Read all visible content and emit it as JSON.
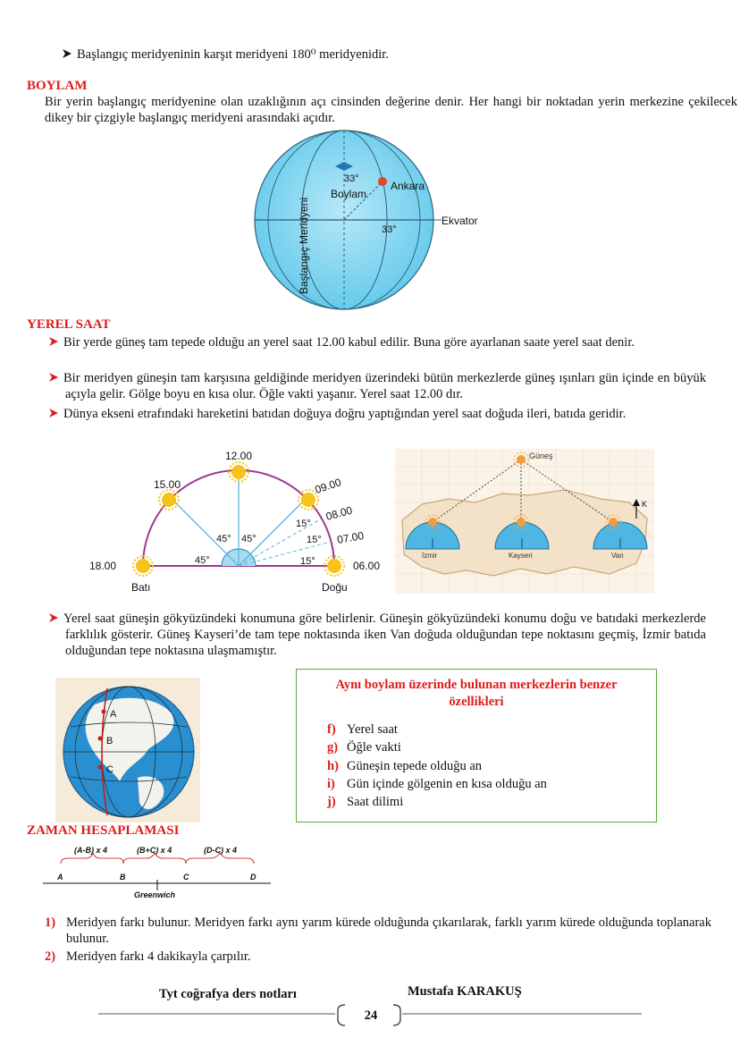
{
  "intro_bullet": "Başlangıç meridyeninin karşıt meridyeni 180⁰ meridyenidir.",
  "boylam": {
    "heading": "BOYLAM",
    "text": "Bir yerin başlangıç meridyenine olan uzaklığının açı cinsinden değerine denir. Her hangi bir noktadan yerin merkezine çekilecek dikey bir çizgiyle başlangıç meridyeni arasındaki açıdır.",
    "diagram": {
      "angle_top": "33°",
      "boylam_label": "Boylam",
      "ankara_label": "Ankara",
      "angle_eq": "33°",
      "ekvator_label": "Ekvator",
      "meridian_label": "Başlangıç Meridyeni",
      "sphere_color": "#5ec8ea",
      "point_color": "#e2452a"
    }
  },
  "yerel_saat": {
    "heading": "YEREL SAAT",
    "bullets": [
      "Bir yerde güneş tam tepede olduğu an yerel saat 12.00 kabul edilir. Buna göre ayarlanan saate yerel saat denir.",
      "Bir meridyen güneşin tam karşısına geldiğinde meridyen üzerindeki bütün merkezlerde güneş ışınları gün içinde en büyük açıyla gelir. Gölge boyu en kısa olur. Öğle vakti yaşanır. Yerel saat 12.00 dır.",
      "Dünya ekseni etrafındaki hareketini batıdan doğuya doğru yaptığından yerel saat doğuda ileri, batıda geridir."
    ],
    "sun_diagram": {
      "t1200": "12.00",
      "t1500": "15.00",
      "t1800": "18.00",
      "t0900": "09.00",
      "t0800": "08.00",
      "t0700": "07.00",
      "t0600": "06.00",
      "a45_1": "45°",
      "a45_2": "45°",
      "a45_3": "45°",
      "a15_1": "15°",
      "a15_2": "15°",
      "a15_3": "15°",
      "bati": "Batı",
      "dogu": "Doğu"
    },
    "map": {
      "gunes": "Güneş",
      "izmir": "İzmir",
      "kayseri": "Kayseri",
      "van": "Van",
      "north": "K"
    },
    "bullet4": "Yerel saat güneşin gökyüzündeki konumuna göre belirlenir. Güneşin gökyüzündeki konumu doğu ve batıdaki merkezlerde farklılık gösterir. Güneş Kayseri’de tam tepe noktasında iken Van doğuda olduğundan tepe noktasını geçmiş, İzmir batıda olduğundan tepe noktasına ulaşmamıştır."
  },
  "globe_points": {
    "a": "A",
    "b": "B",
    "c": "C"
  },
  "box": {
    "title": "Aynı boylam üzerinde bulunan merkezlerin benzer özellikleri",
    "items": [
      {
        "letter": "f)",
        "text": "Yerel saat"
      },
      {
        "letter": "g)",
        "text": "Öğle vakti"
      },
      {
        "letter": "h)",
        "text": "Güneşin tepede olduğu an"
      },
      {
        "letter": "i)",
        "text": "Gün içinde gölgenin en kısa olduğu an"
      },
      {
        "letter": "j)",
        "text": "Saat dilimi"
      }
    ]
  },
  "zaman": {
    "heading": "ZAMAN HESAPLAMASI",
    "formula1": "(A-B) x 4",
    "formula2": "(B+C) x 4",
    "formula3": "(D-C) x 4",
    "pA": "A",
    "pB": "B",
    "pC": "C",
    "pD": "D",
    "greenwich": "Greenwich",
    "steps": [
      {
        "num": "1)",
        "text": "Meridyen farkı bulunur. Meridyen farkı aynı yarım kürede olduğunda çıkarılarak, farklı yarım kürede olduğunda toplanarak bulunur."
      },
      {
        "num": "2)",
        "text": "Meridyen farkı 4 dakikayla çarpılır."
      }
    ]
  },
  "footer": {
    "left": "Tyt coğrafya ders notları",
    "right": "Mustafa KARAKUŞ",
    "page": "24"
  }
}
